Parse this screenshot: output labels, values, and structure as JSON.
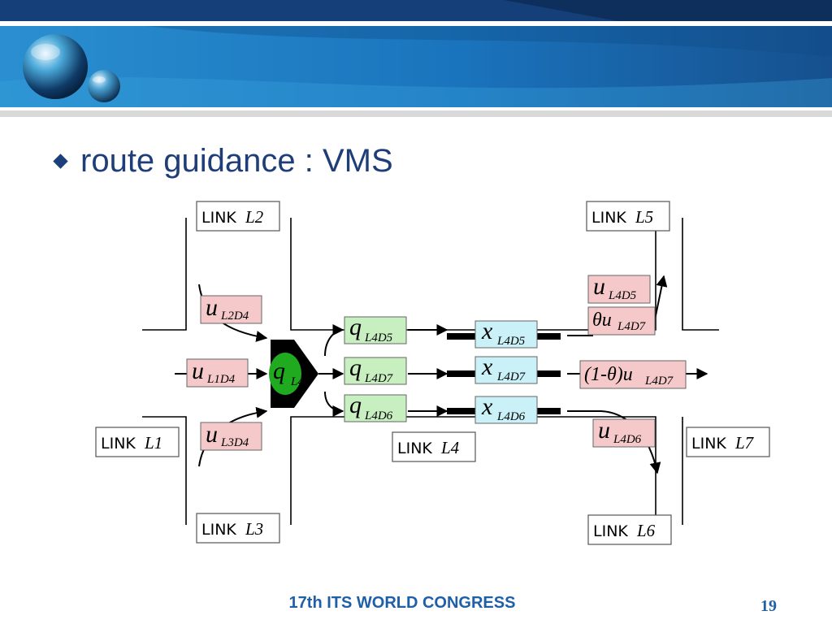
{
  "slide": {
    "bullet": "route guidance : VMS",
    "footer": "17th ITS WORLD CONGRESS",
    "page_number": "19"
  },
  "diagram": {
    "links": [
      {
        "word": "LINK",
        "id": "L2"
      },
      {
        "word": "LINK",
        "id": "L5"
      },
      {
        "word": "LINK",
        "id": "L1"
      },
      {
        "word": "LINK",
        "id": "L4"
      },
      {
        "word": "LINK",
        "id": "L7"
      },
      {
        "word": "LINK",
        "id": "L3"
      },
      {
        "word": "LINK",
        "id": "L6"
      }
    ],
    "inflows": [
      {
        "var": "u",
        "sub": "L2D4"
      },
      {
        "var": "u",
        "sub": "L1D4"
      },
      {
        "var": "u",
        "sub": "L3D4"
      }
    ],
    "merge_queue": {
      "var": "q",
      "sub": "L4"
    },
    "queues": [
      {
        "var": "q",
        "sub": "L4D5"
      },
      {
        "var": "q",
        "sub": "L4D7"
      },
      {
        "var": "q",
        "sub": "L4D6"
      }
    ],
    "states": [
      {
        "var": "x",
        "sub": "L4D5"
      },
      {
        "var": "x",
        "sub": "L4D7"
      },
      {
        "var": "x",
        "sub": "L4D6"
      }
    ],
    "outflows": [
      {
        "var": "u",
        "sub": "L4D5"
      },
      {
        "var": "θu",
        "sub": "L4D7"
      },
      {
        "var": "(1-θ)u",
        "sub": "L4D7"
      },
      {
        "var": "u",
        "sub": "L4D6"
      }
    ],
    "colors": {
      "inflow_box": "#f5c9c9",
      "queue_box": "#c8efc0",
      "state_box": "#c9f1f7",
      "merge_marker": "#1faa1f"
    }
  }
}
